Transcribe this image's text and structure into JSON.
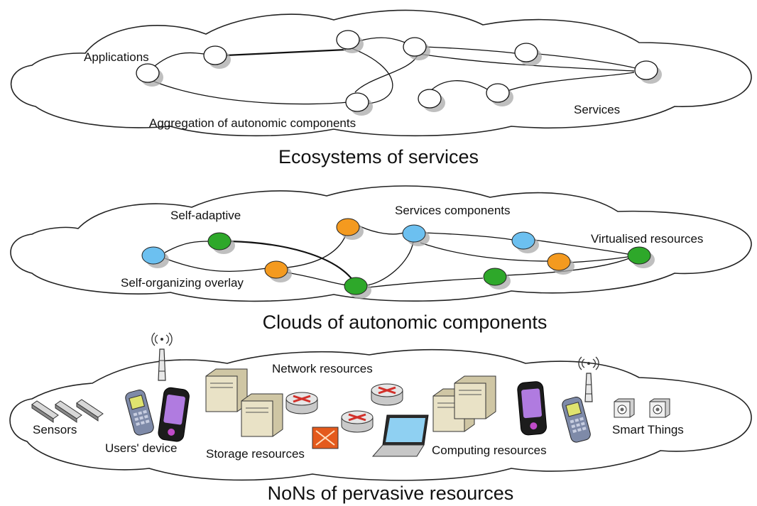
{
  "layers": [
    {
      "title": "Ecosystems of services",
      "labels": [
        "Applications",
        "Aggregation of autonomic components",
        "Services"
      ]
    },
    {
      "title": "Clouds of autonomic components",
      "labels": [
        "Self-adaptive",
        "Services components",
        "Virtualised resources",
        "Self-organizing overlay"
      ]
    },
    {
      "title": "NoNs of pervasive resources",
      "labels": [
        "Network resources",
        "Sensors",
        "Users' device",
        "Storage resources",
        "Computing resources",
        "Smart Things"
      ]
    }
  ],
  "colors": {
    "blue": "#6cc0f0",
    "green": "#2ea82a",
    "orange": "#f49a1f",
    "node_white": "#ffffff",
    "shadow": "#a9a9a9",
    "phone_screen": "#b07be0",
    "laptop_screen": "#8fd0f2",
    "server": "#e9e2c6",
    "router_x": "#d2302a",
    "switch": "#e45a1c"
  }
}
